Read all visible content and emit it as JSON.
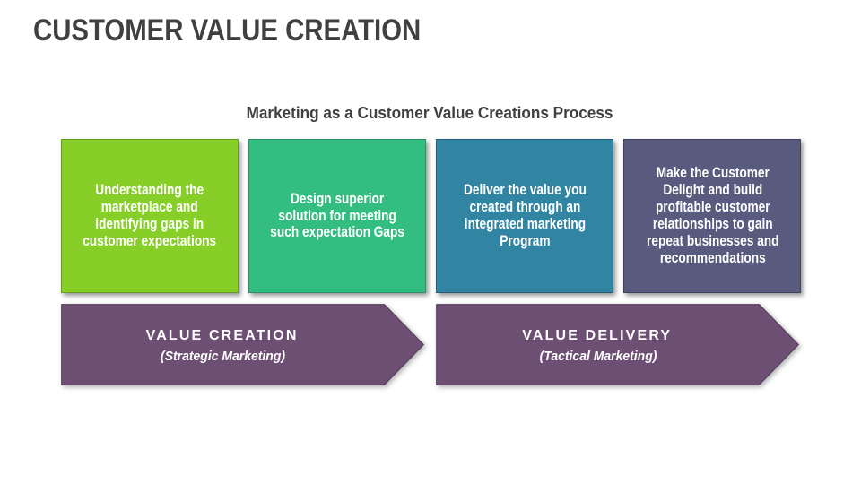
{
  "slide": {
    "title": "CUSTOMER VALUE CREATION",
    "caption": "Marketing as a Customer Value Creations Process",
    "background": "#ffffff",
    "title_color": "#404040"
  },
  "steps": [
    {
      "text": "Understanding the\nmarketplace and\nidentifying gaps in\ncustomer expectations",
      "fill": "#87CE28",
      "border": "#639E1B",
      "text_color": "#ffffff"
    },
    {
      "text": "Design superior\nsolution for meeting\nsuch expectation Gaps",
      "fill": "#34BD80",
      "border": "#249465",
      "text_color": "#ffffff"
    },
    {
      "text": "Deliver the value you\ncreated through an\nintegrated marketing\nProgram",
      "fill": "#3185A2",
      "border": "#22617A",
      "text_color": "#ffffff"
    },
    {
      "text": "Make the Customer\nDelight and build\nprofitable customer\nrelationships to gain\nrepeat businesses and\nrecommendations",
      "fill": "#585A7E",
      "border": "#404260",
      "text_color": "#ffffff"
    }
  ],
  "arrows": [
    {
      "title": "VALUE CREATION",
      "subtitle": "(Strategic Marketing)",
      "fill": "#6D4F74",
      "border": "#573E5D",
      "text_color": "#ffffff"
    },
    {
      "title": "VALUE DELIVERY",
      "subtitle": "(Tactical Marketing)",
      "fill": "#6D4F74",
      "border": "#573E5D",
      "text_color": "#ffffff"
    }
  ]
}
